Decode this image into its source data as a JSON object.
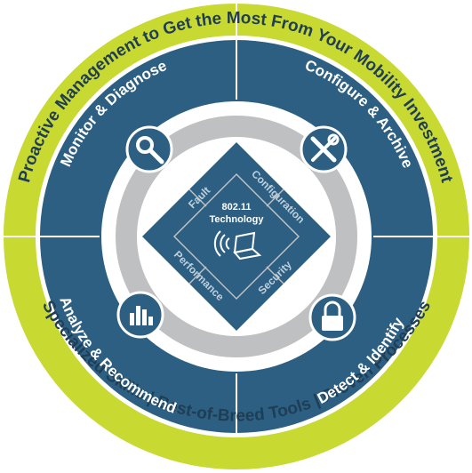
{
  "outer_ring": {
    "top_text": "Proactive Management to Get the Most From Your Mobility Investment",
    "bottom_items": [
      "Specialized Skills",
      "Best-of-Breed Tools",
      "Proven Processes"
    ],
    "separator": "|"
  },
  "quadrants": {
    "top_left": "Monitor & Diagnose",
    "top_right": "Configure & Archive",
    "bottom_left": "Analyze & Recommend",
    "bottom_right": "Detect & Identify"
  },
  "center": {
    "line1": "802.11",
    "line2": "Technology",
    "labels": {
      "top_left": "Fault",
      "top_right": "Configuration",
      "bottom_left": "Performance",
      "bottom_right": "Security"
    }
  },
  "icons": {
    "top_left": "magnifier-icon",
    "top_right": "tools-icon",
    "bottom_left": "bar-chart-icon",
    "bottom_right": "padlock-icon",
    "center": "wireless-laptop-icon"
  },
  "colors": {
    "outer_ring": "#c8d931",
    "blue": "#2c5f82",
    "gray_ring": "#bfc0c2",
    "text_dark": "#1f3e55",
    "white": "#ffffff"
  }
}
